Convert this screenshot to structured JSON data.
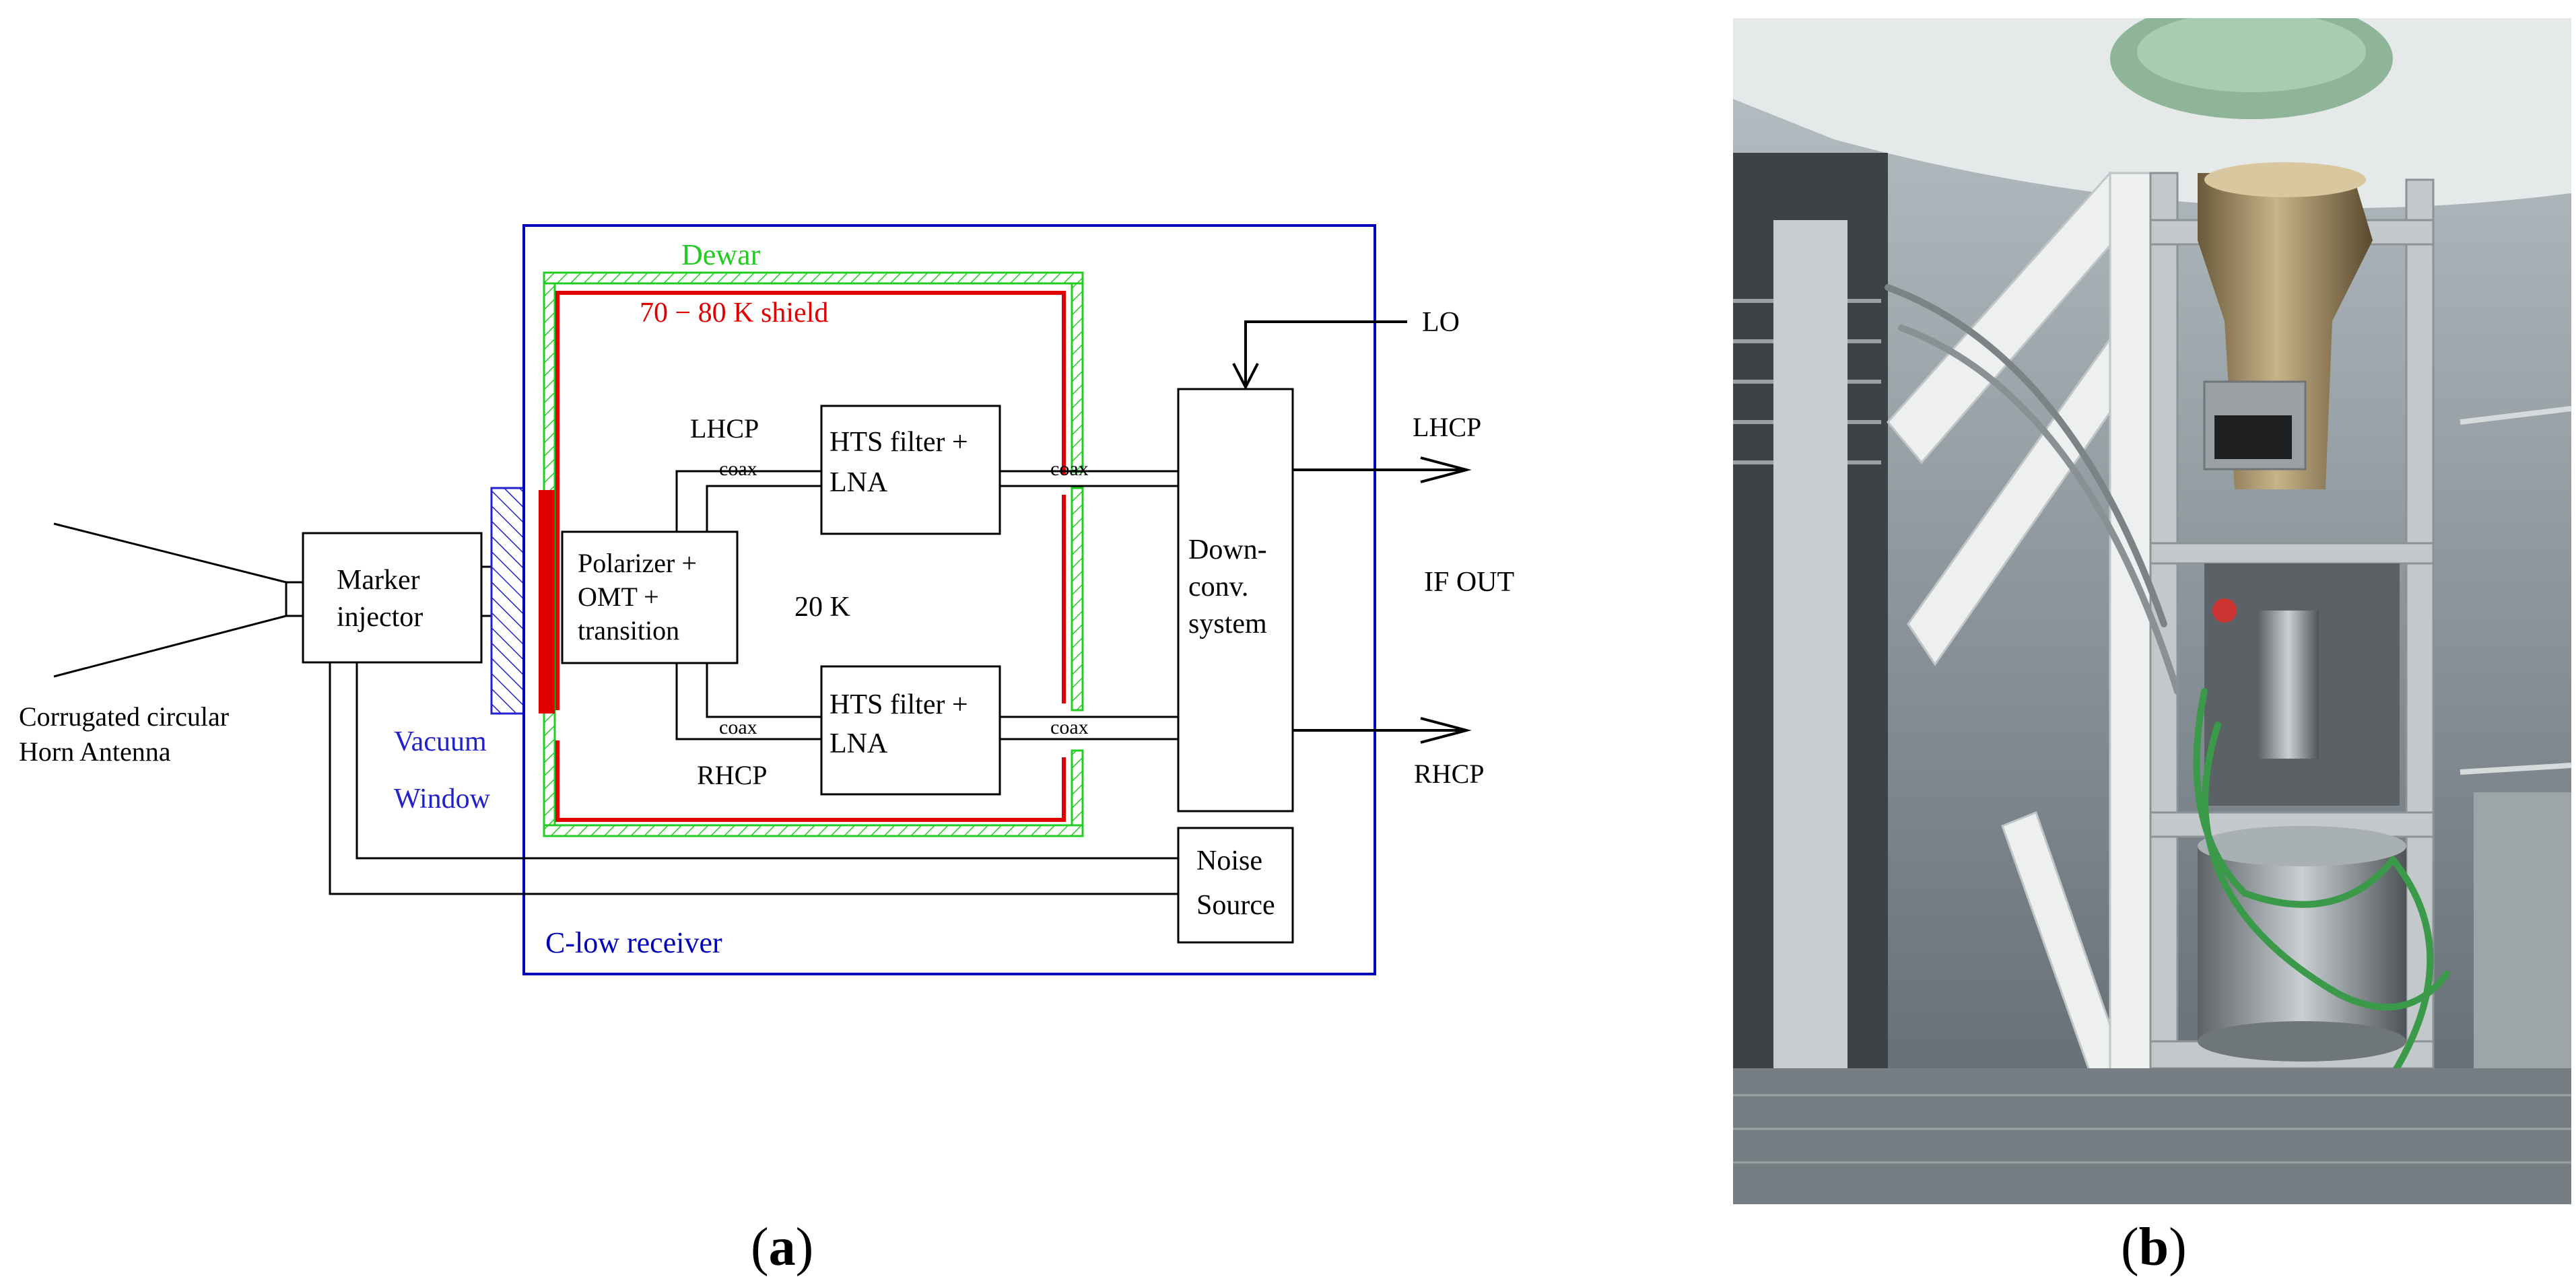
{
  "panel_a": {
    "caption_letter": "a",
    "labels": {
      "antenna_line1": "Corrugated circular",
      "antenna_line2": "Horn Antenna",
      "marker_line1": "Marker",
      "marker_line2": "injector",
      "vacuum": "Vacuum",
      "window": "Window",
      "dewar": "Dewar",
      "shield": "70 − 80 K shield",
      "lhcp": "LHCP",
      "rhcp": "RHCP",
      "coax": "coax",
      "hts1": "HTS filter +",
      "lna": "LNA",
      "pol1": "Polarizer +",
      "pol2": "OMT +",
      "pol3": "transition",
      "temp20": "20 K",
      "down1": "Down-",
      "down2": "conv.",
      "down3": "system",
      "lo": "LO",
      "out_lhcp": "LHCP",
      "out_rhcp": "RHCP",
      "if_out": "IF OUT",
      "noise1": "Noise",
      "noise2": "Source",
      "receiver": "C-low receiver"
    },
    "colors": {
      "receiver": "#0000bb",
      "dewar": "#22cc22",
      "shield": "#e00000",
      "window": "#2222cc",
      "ink": "#000000"
    }
  },
  "panel_b": {
    "caption_letter": "b"
  }
}
